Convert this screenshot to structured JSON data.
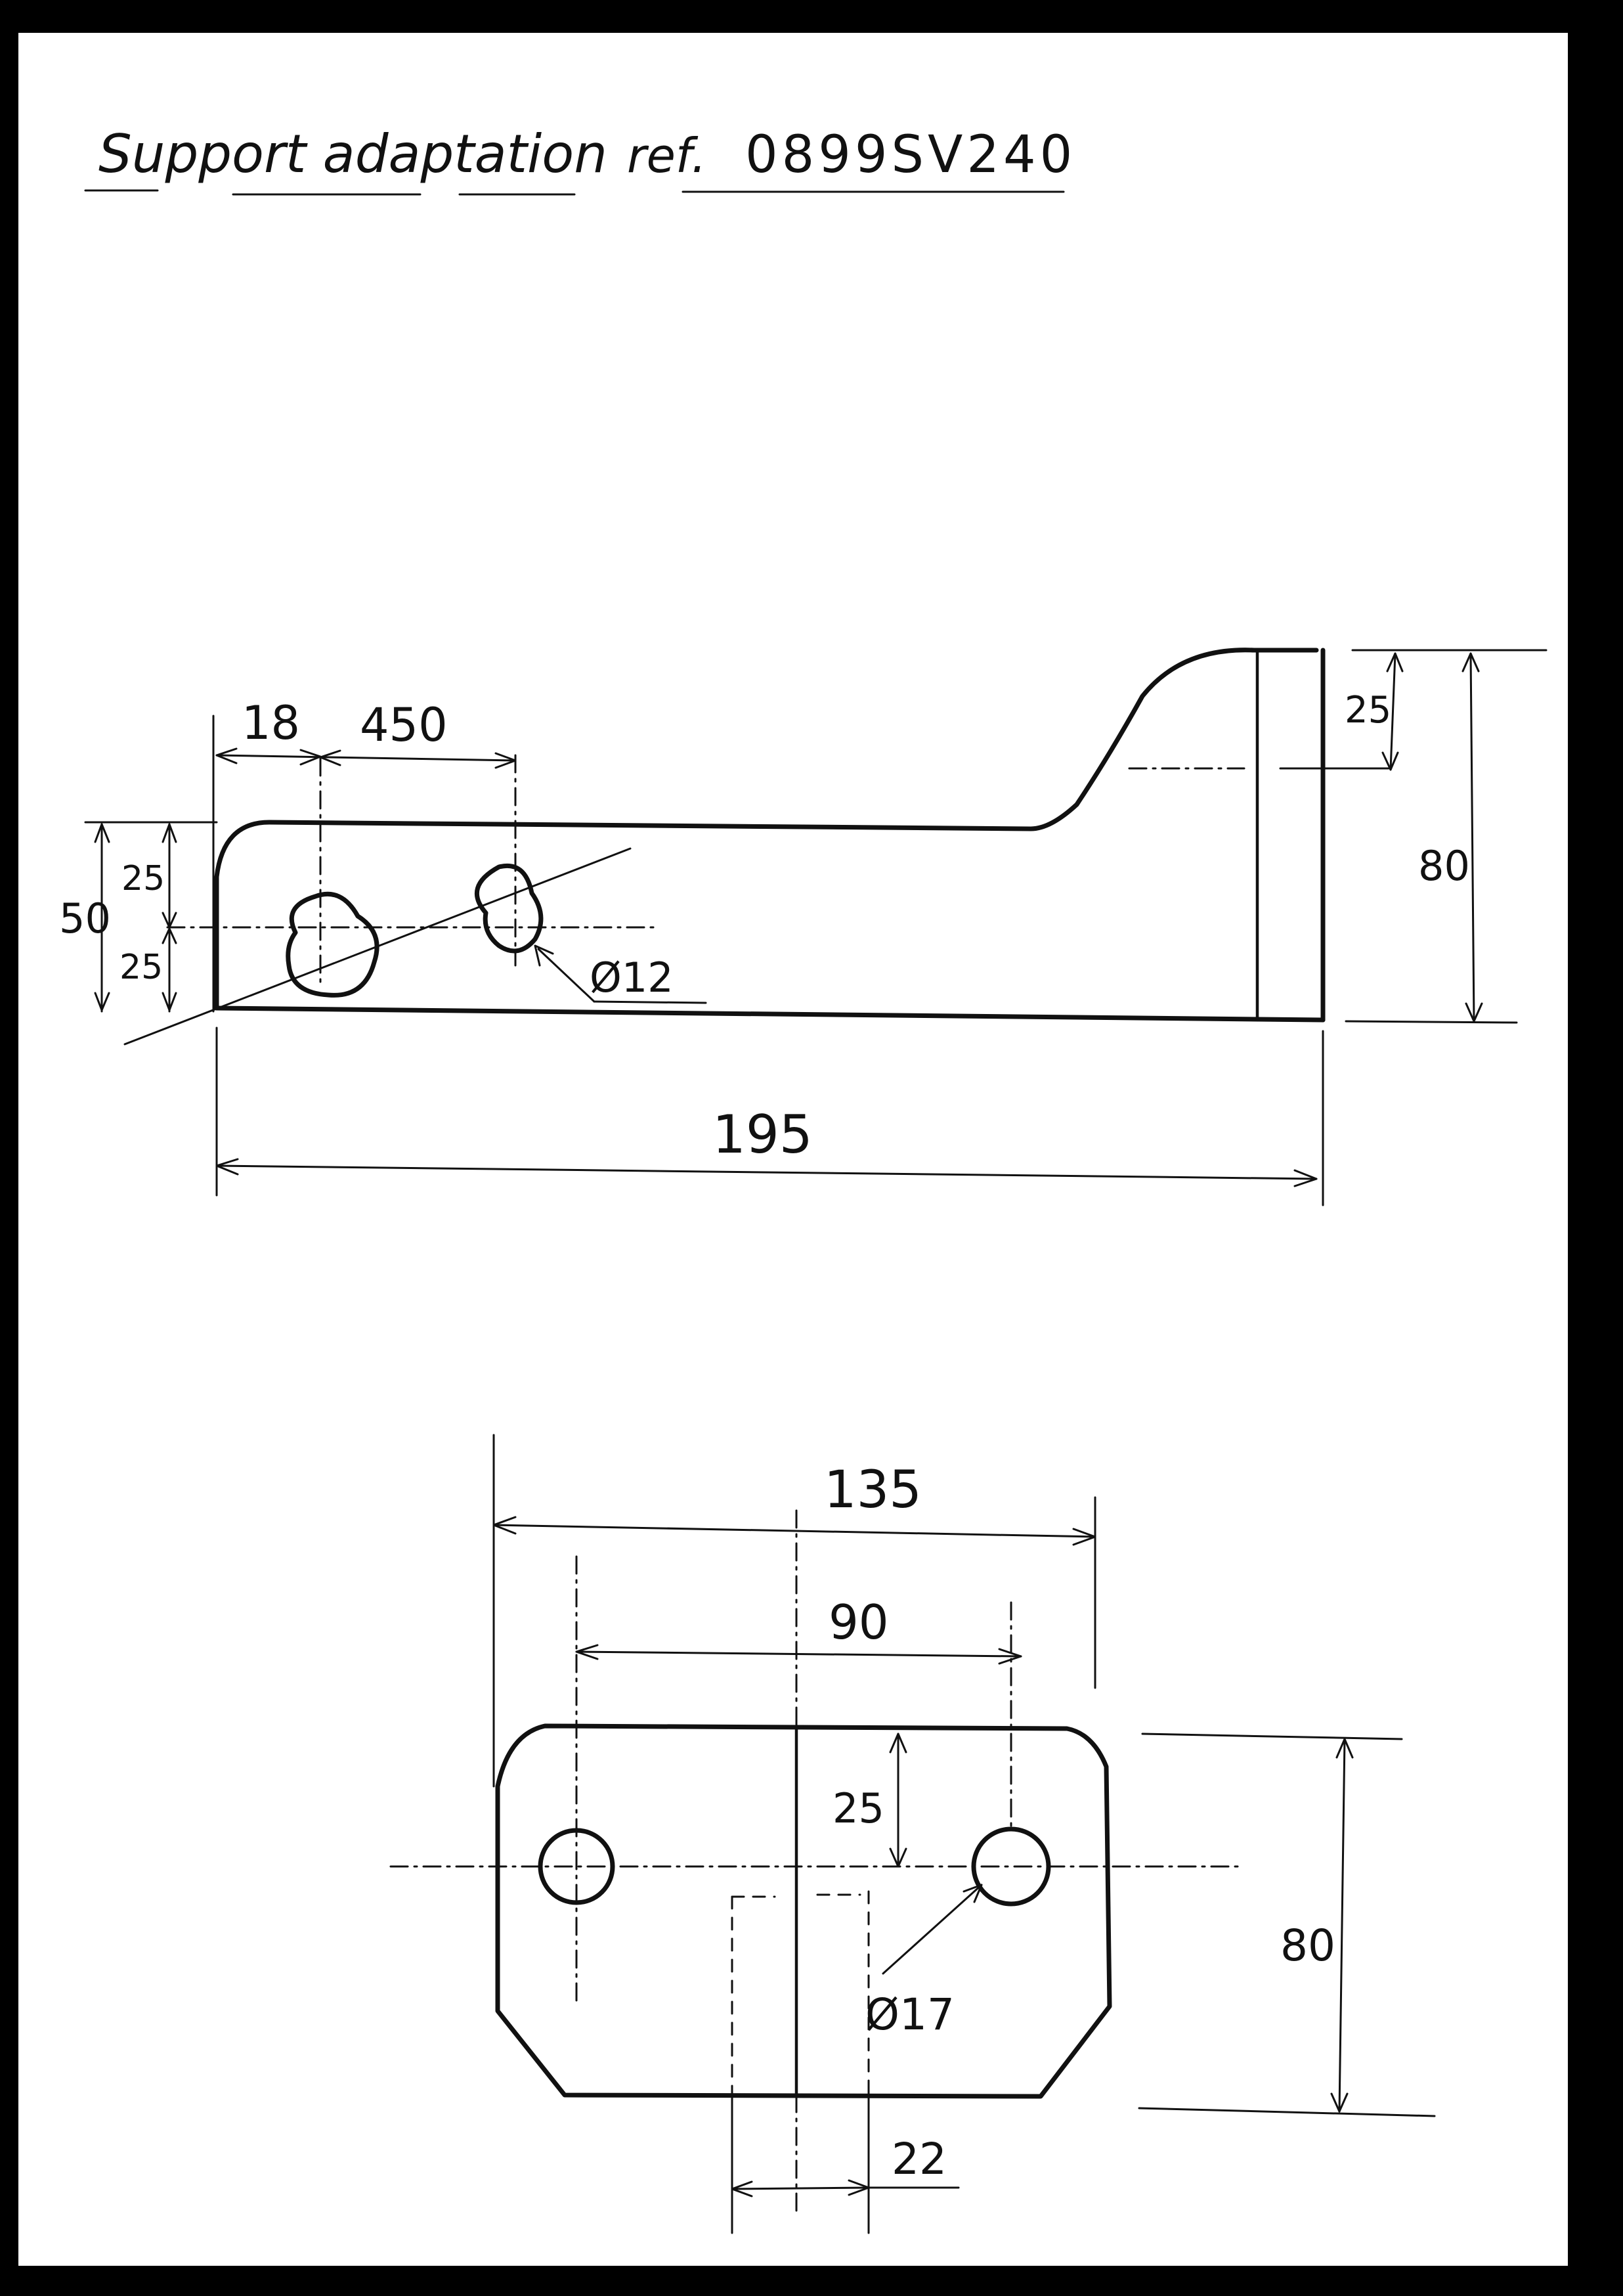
{
  "title": {
    "part1": "Support adaptation",
    "ref_label": "ref.",
    "ref_code": "0899SV240"
  },
  "side_view": {
    "dim_left_offset": "18",
    "dim_spacing": "450",
    "dim_total_height": "50",
    "dim_upper_half": "25",
    "dim_lower_half": "25",
    "dim_hole_dia": "Ø12",
    "dim_step": "25",
    "dim_overall_height": "80",
    "dim_overall_length": "195"
  },
  "plan_view": {
    "dim_width": "135",
    "dim_hole_spacing": "90",
    "dim_hole_offset": "25",
    "dim_height": "80",
    "dim_hole_dia": "Ø17",
    "dim_slot": "22"
  },
  "colors": {
    "paper": "#ffffff",
    "ink": "#111111",
    "border": "#000000"
  }
}
